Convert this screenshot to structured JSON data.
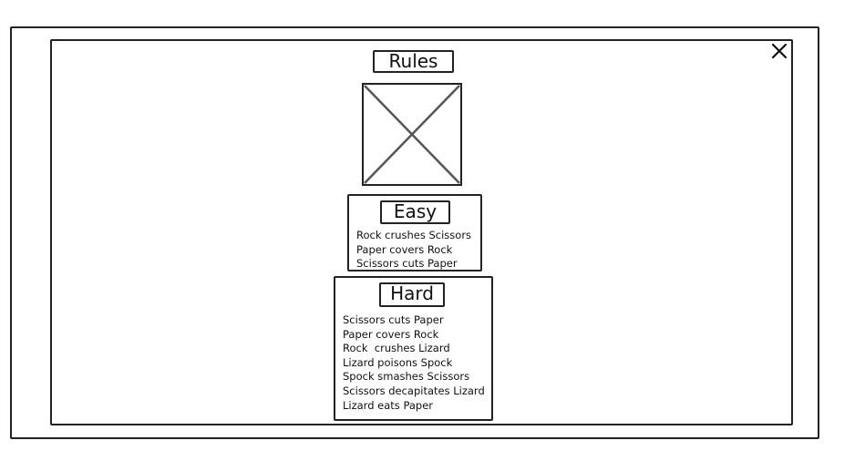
{
  "dialog": {
    "title": "Rules",
    "close_icon": "close-icon",
    "image_icon": "image-placeholder-icon"
  },
  "modes": {
    "easy": {
      "title": "Easy",
      "rules": [
        "Rock crushes Scissors",
        "Paper covers Rock",
        "Scissors cuts Paper"
      ]
    },
    "hard": {
      "title": "Hard",
      "rules": [
        "Scissors cuts Paper",
        "Paper covers Rock",
        "Rock  crushes Lizard",
        "Lizard poisons Spock",
        "Spock smashes Scissors",
        "Scissors decapitates Lizard",
        "Lizard eats Paper"
      ]
    }
  },
  "colors": {
    "stroke": "#222222",
    "placeholder_lines": "#555555",
    "background": "#ffffff"
  }
}
